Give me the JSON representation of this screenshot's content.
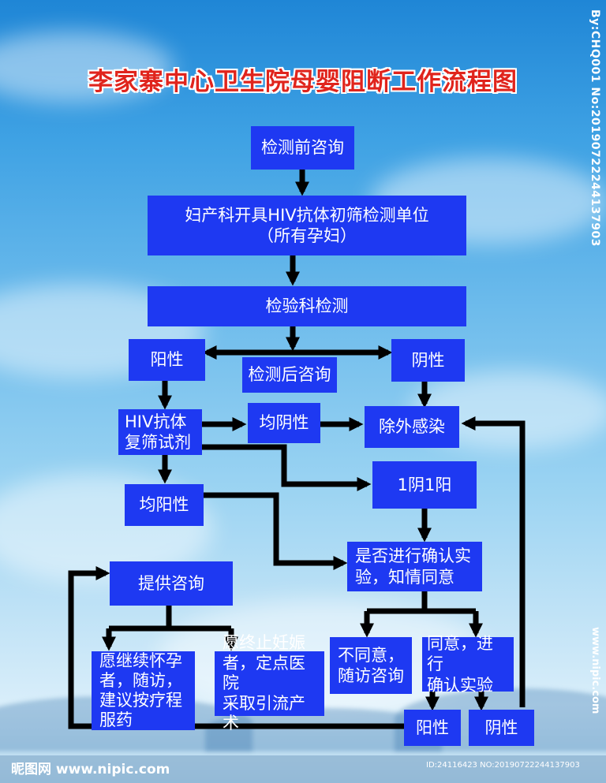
{
  "title": "李家寨中心卫生院母婴阻断工作流程图",
  "colors": {
    "box": "#1e39f2",
    "arrow": "#000000",
    "title": "#e0241c"
  },
  "nodes": {
    "pre_counsel": "检测前咨询",
    "obgyn": "妇产科开具HIV抗体初筛检测单位\n（所有孕妇）",
    "lab": "检验科检测",
    "positive1": "阳性",
    "negative1": "阴性",
    "post_counsel": "检测后咨询",
    "recheck": "HIV抗体\n复筛试剂",
    "both_negative": "均阴性",
    "exclude": "除外感染",
    "one_neg_one_pos": "1阴1阳",
    "both_positive": "均阳性",
    "confirm_q": "是否进行确认实\n验，知情同意",
    "provide_counsel": "提供咨询",
    "continue_preg": "愿继续怀孕\n者，随访，\n建议按疗程\n服药",
    "terminate_preg": "愿终止妊娠\n者，定点医院\n采取引流产术",
    "disagree": "不同意，\n随访咨询",
    "agree": "同意，进行\n确认实验",
    "positive2": "阳性",
    "negative2": "阴性"
  },
  "watermark": {
    "side_id": "By:CHQ001 No:20190722244137903",
    "side_site": "www.nipic.com",
    "logo": "昵图网 www.nipic.com",
    "bottom_id": "ID:24116423 NO:20190722244137903"
  }
}
